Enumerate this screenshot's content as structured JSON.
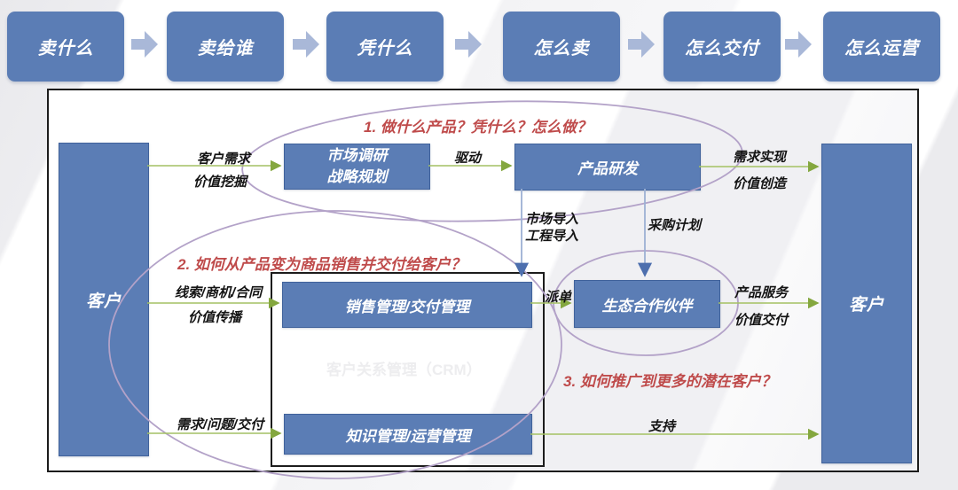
{
  "top_flow": {
    "steps": [
      "卖什么",
      "卖给谁",
      "凭什么",
      "怎么卖",
      "怎么交付",
      "怎么运营"
    ]
  },
  "diagram": {
    "customer_left": "客户",
    "customer_right": "客户",
    "boxes": {
      "market_line1": "市场调研",
      "market_line2": "战略规划",
      "product": "产品研发",
      "sales": "销售管理/交付管理",
      "eco": "生态合作伙伴",
      "knowledge": "知识管理/运营管理"
    },
    "questions": {
      "q1": "1. 做什么产品？凭什么？怎么做？",
      "q2": "2. 如何从产品变为商品销售并交付给客户？",
      "q3": "3. 如何推广到更多的潜在客户？"
    },
    "labels": {
      "customer_to_market_1": "客户需求",
      "customer_to_market_2": "价值挖掘",
      "market_to_product": "驱动",
      "product_to_customer_1": "需求实现",
      "product_to_customer_2": "价值创造",
      "product_to_sales_1": "市场导入",
      "product_to_sales_2": "工程导入",
      "product_to_eco": "采购计划",
      "customer_to_sales_1": "线索/商机/合同",
      "customer_to_sales_2": "价值传播",
      "sales_to_eco": "派单",
      "eco_to_customer_1": "产品服务",
      "eco_to_customer_2": "价值交付",
      "customer_to_knowledge": "需求/问题/交付",
      "knowledge_to_customer": "支持"
    },
    "watermark": "客户关系管理（CRM）"
  },
  "colors": {
    "node_blue": "#5b7db5",
    "node_border": "#40629b",
    "chevron_blue": "#a9b8d8",
    "arrow_green": "#a4c163",
    "arrow_green_head": "#84a73f",
    "arrow_blue": "#9db1d4",
    "arrow_blue_head": "#4d6fae",
    "ellipse_purple": "#b3a2c8",
    "question_red": "#bf4b4b",
    "frame_black": "#1c1c1c"
  }
}
